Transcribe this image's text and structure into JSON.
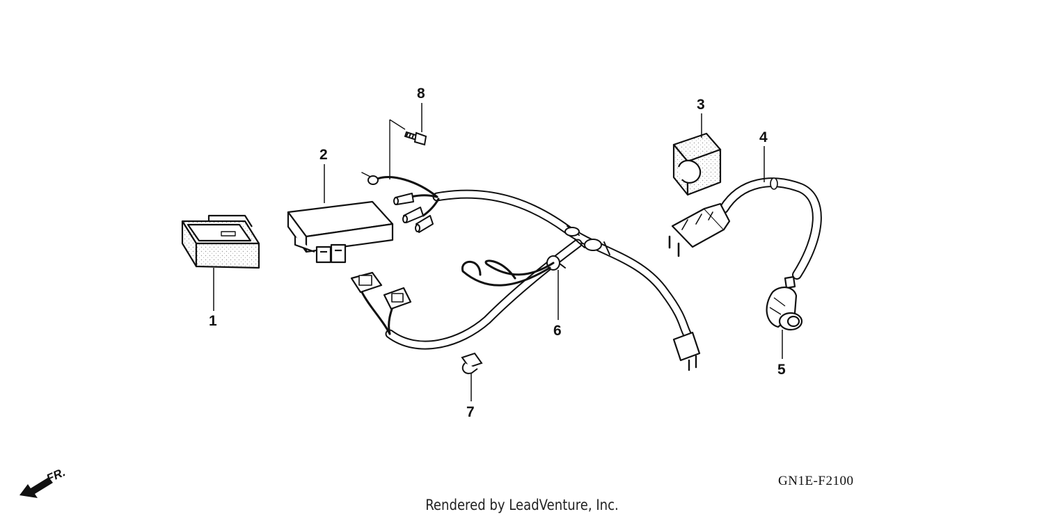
{
  "callouts": [
    {
      "number": "1",
      "part": "cover"
    },
    {
      "number": "2",
      "part": "ignition-control-module"
    },
    {
      "number": "3",
      "part": "rubber-mount"
    },
    {
      "number": "4",
      "part": "ignition-coil"
    },
    {
      "number": "5",
      "part": "spark-plug-cap"
    },
    {
      "number": "6",
      "part": "wire-harness"
    },
    {
      "number": "7",
      "part": "band-clamp"
    },
    {
      "number": "8",
      "part": "bolt"
    }
  ],
  "front_indicator": {
    "label": "FR."
  },
  "diagram_code": "GN1E-F2100",
  "credit": "Rendered by LeadVenture, Inc.",
  "colors": {
    "ink": "#111111",
    "fill": "#ffffff",
    "stipple": "#bdbdbd"
  }
}
